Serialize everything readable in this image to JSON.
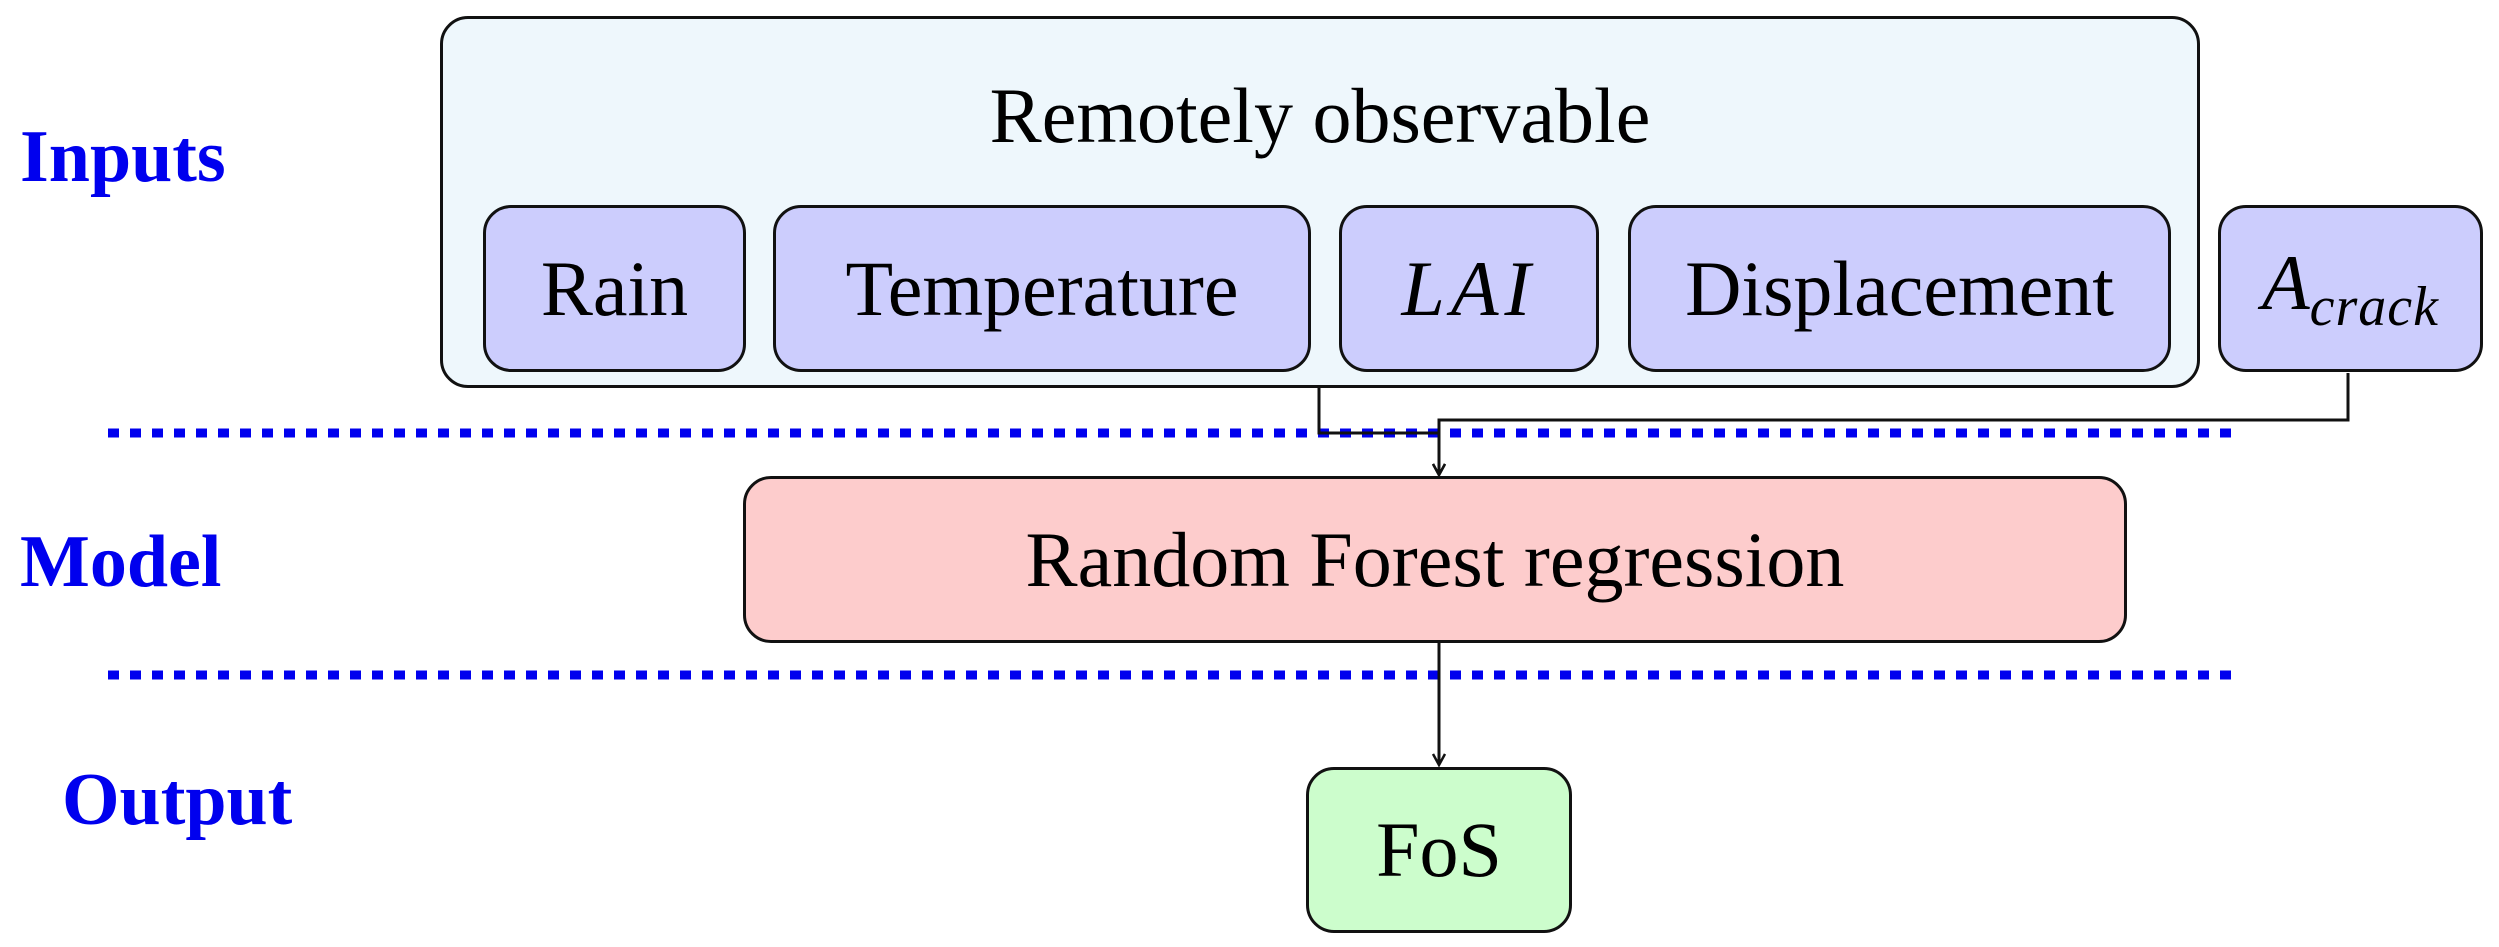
{
  "stages": {
    "inputs": "Inputs",
    "model": "Model",
    "output": "Output"
  },
  "group": {
    "label": "Remotely observable"
  },
  "inputs": [
    {
      "label": "Rain"
    },
    {
      "label": "Temperature"
    },
    {
      "label": "LAI"
    },
    {
      "label": "Displacement"
    }
  ],
  "extra_input": {
    "base": "A",
    "subscript": "crack"
  },
  "model": {
    "label": "Random Forest regression"
  },
  "output": {
    "label": "FoS"
  },
  "colors": {
    "stage_text": "#0000ee",
    "separator": "#0000ee",
    "group_fill": "#eef7fc",
    "input_fill": "#cccdfd",
    "model_fill": "#fdcccc",
    "output_fill": "#ccfdcc",
    "stroke": "#111111"
  }
}
